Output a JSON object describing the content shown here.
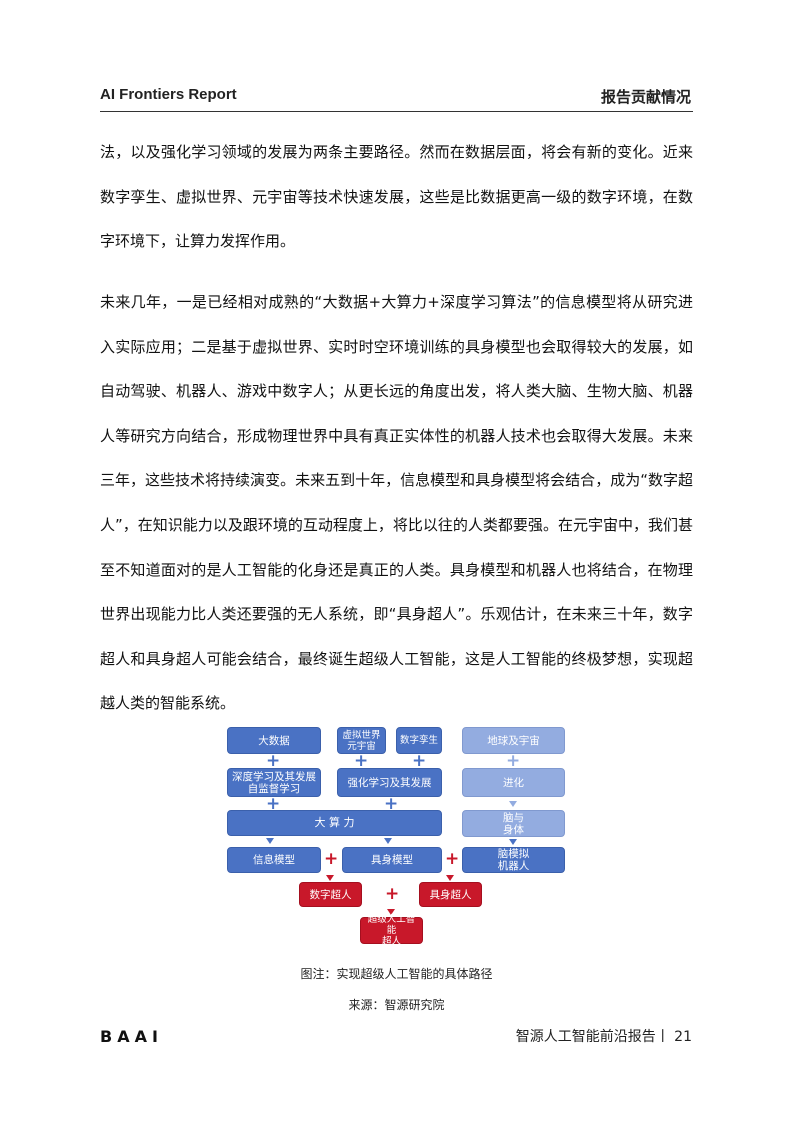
{
  "header": {
    "left": "AI Frontiers Report",
    "right": "报告贡献情况"
  },
  "paragraphs": [
    "法，以及强化学习领域的发展为两条主要路径。然而在数据层面，将会有新的变化。近来数字孪生、虚拟世界、元宇宙等技术快速发展，这些是比数据更高一级的数字环境，在数字环境下，让算力发挥作用。",
    "未来几年，一是已经相对成熟的“大数据+大算力+深度学习算法”的信息模型将从研究进入实际应用；二是基于虚拟世界、实时时空环境训练的具身模型也会取得较大的发展，如自动驾驶、机器人、游戏中数字人；从更长远的角度出发，将人类大脑、生物大脑、机器人等研究方向结合，形成物理世界中具有真正实体性的机器人技术也会取得大发展。未来三年，这些技术将持续演变。未来五到十年，信息模型和具身模型将会结合，成为“数字超人”，在知识能力以及跟环境的互动程度上，将比以往的人类都要强。在元宇宙中，我们甚至不知道面对的是人工智能的化身还是真正的人类。具身模型和机器人也将结合，在物理世界出现能力比人类还要强的无人系统，即“具身超人”。乐观估计，在未来三十年，数字超人和具身超人可能会结合，最终诞生超级人工智能，这是人工智能的终极梦想，实现超越人类的智能系统。"
  ],
  "diagram": {
    "big_data": "大数据",
    "virtual_world": "虚拟世界\n元宇宙",
    "digital_twin": "数字孪生",
    "earth_universe": "地球及宇宙",
    "deep_learning": "深度学习及其发展\n自监督学习",
    "reinforcement": "强化学习及其发展",
    "evolution": "进化",
    "compute": "大 算 力",
    "brain_body": "脑与\n身体",
    "info_model": "信息模型",
    "embodied_model": "具身模型",
    "brain_robot": "脑模拟\n机器人",
    "digital_superhuman": "数字超人",
    "embodied_superhuman": "具身超人",
    "super_ai": "超级人工智能\n超人",
    "plus_symbol": "+",
    "colors": {
      "blue": "#4a72c4",
      "light_blue": "#93ace0",
      "red": "#c8182a"
    }
  },
  "caption": "图注：实现超级人工智能的具体路径",
  "source": "来源：智源研究院",
  "footer": {
    "logo": "BAAI",
    "text": "智源人工智能前沿报告丨 21"
  }
}
